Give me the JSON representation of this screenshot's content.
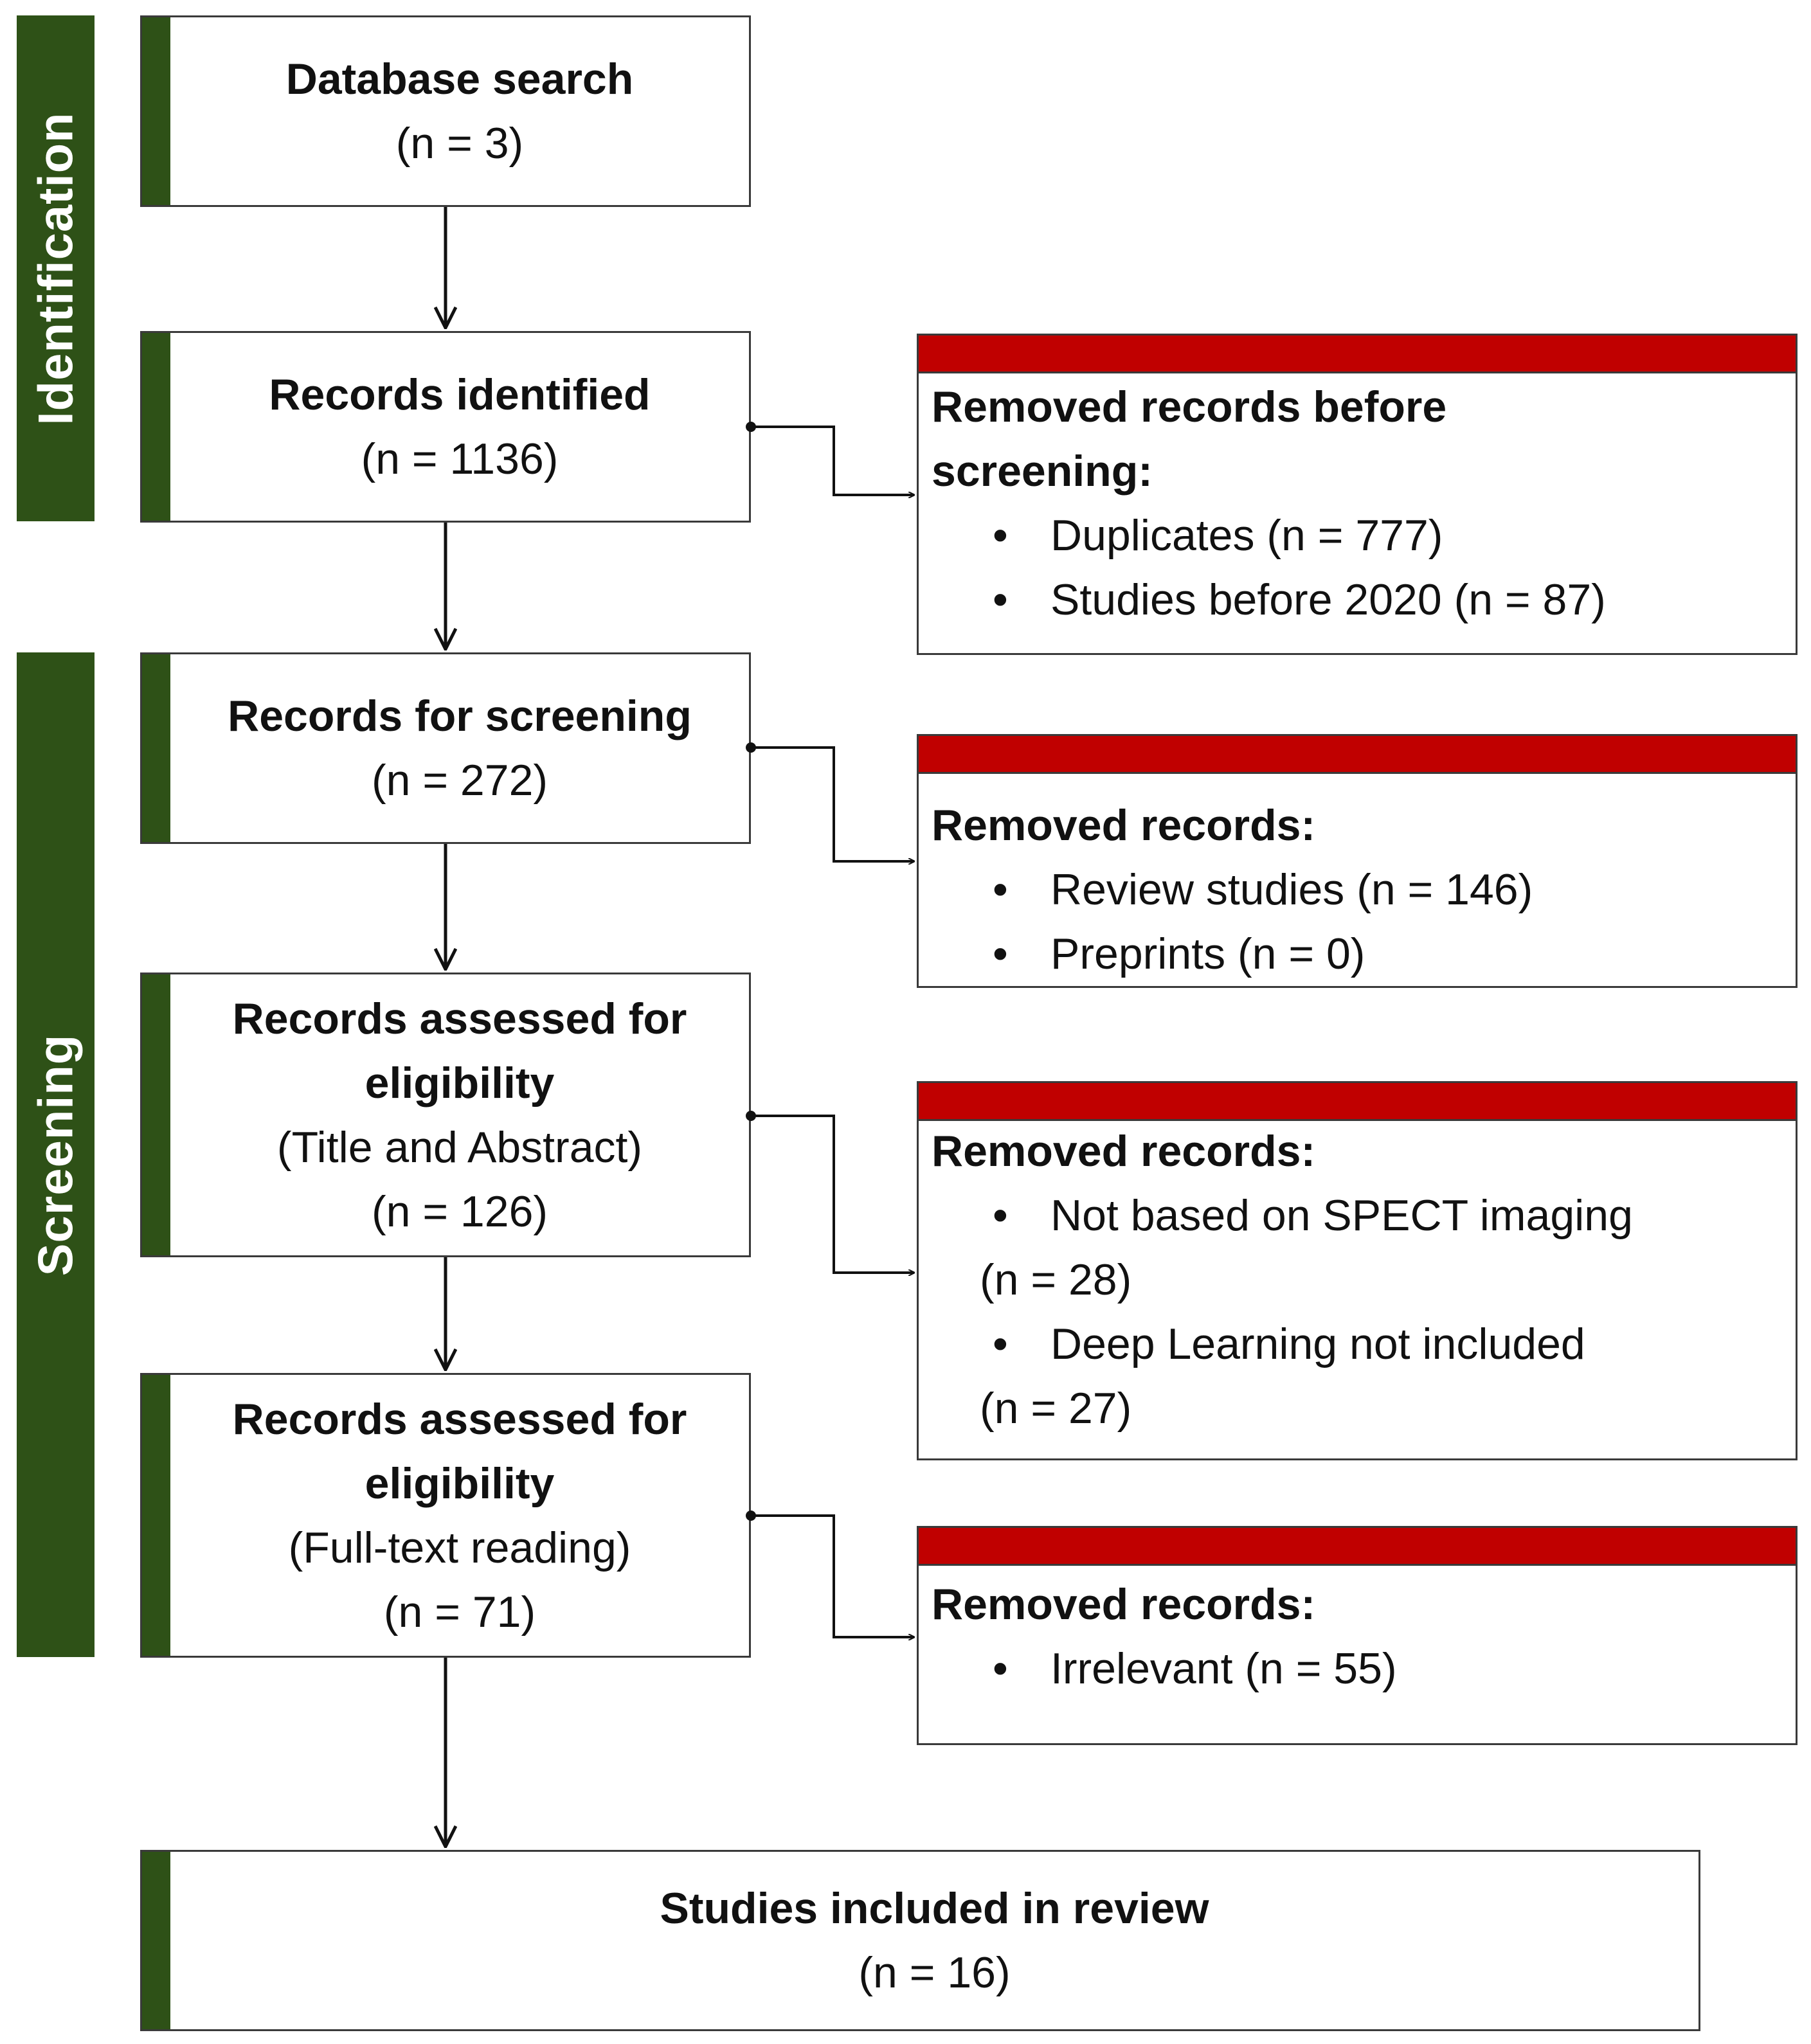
{
  "phases": {
    "identification": "Identification",
    "screening": "Screening"
  },
  "boxes": {
    "database_search": {
      "title": "Database search",
      "count": "(n = 3)"
    },
    "records_identified": {
      "title": "Records identified",
      "count": "(n = 1136)"
    },
    "records_screening": {
      "title": "Records  for screening",
      "count": "(n = 272)"
    },
    "assessed_title": {
      "title_line1": "Records assessed for",
      "title_line2": "eligibility",
      "subtitle": "(Title and Abstract)",
      "count": "(n = 126)"
    },
    "assessed_full": {
      "title_line1": "Records assessed for",
      "title_line2": "eligibility",
      "subtitle": "(Full-text reading)",
      "count": "(n = 71)"
    },
    "included": {
      "title": "Studies included in review",
      "count": "(n = 16)"
    }
  },
  "removed": {
    "before_screening": {
      "heading_line1": "Removed records before",
      "heading_line2": "screening:",
      "items": [
        "Duplicates (n = 777)",
        "Studies before 2020 (n = 87)"
      ]
    },
    "screening": {
      "heading": "Removed records:",
      "items": [
        "Review studies (n = 146)",
        "Preprints (n = 0)"
      ]
    },
    "eligibility_title": {
      "heading": "Removed records:",
      "items": [
        {
          "text": "Not based on SPECT imaging",
          "count": "(n = 28)"
        },
        {
          "text": "Deep Learning not included",
          "count": "(n = 27)"
        }
      ]
    },
    "eligibility_full": {
      "heading": "Removed records:",
      "items": [
        "Irrelevant (n = 55)"
      ]
    }
  },
  "colors": {
    "phase_green": "#2e5117",
    "removed_red": "#c00000",
    "border": "#3a3a3a"
  }
}
